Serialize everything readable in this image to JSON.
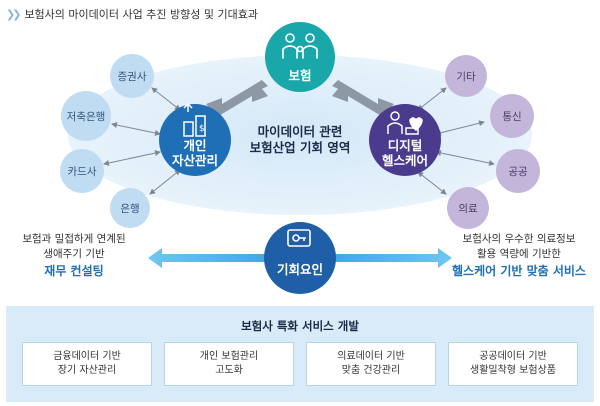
{
  "title": "보험사의 마이데이터 사업 추진 방향성 및 기대효과",
  "center": {
    "line1": "마이데이터 관련",
    "line2": "보험산업 기회 영역"
  },
  "insurance": {
    "label": "보험"
  },
  "asset": {
    "line1": "개인",
    "line2": "자산관리"
  },
  "health": {
    "line1": "디지털",
    "line2": "헬스케어"
  },
  "factor": {
    "label": "기회요인"
  },
  "left_nodes": [
    "증권사",
    "저축은행",
    "카드사",
    "은행"
  ],
  "right_nodes": [
    "기타",
    "통신",
    "공공",
    "의료"
  ],
  "left_text": {
    "line1": "보험과 밀접하게 연계된",
    "line2": "생애주기 기반",
    "bold": "재무 컨설팅"
  },
  "right_text": {
    "line1": "보험사의 우수한 의료정보",
    "line2": "활용 역량에 기반한",
    "bold": "헬스케어 기반 맞춤 서비스"
  },
  "bottom": {
    "title": "보험사 특화 서비스 개발",
    "boxes": [
      {
        "line1": "금융데이터 기반",
        "line2": "장기 자산관리"
      },
      {
        "line1": "개인 보험관리",
        "line2": "고도화"
      },
      {
        "line1": "의료데이터 기반",
        "line2": "맞춤 건강관리"
      },
      {
        "line1": "공공데이터 기반",
        "line2": "생활밀착형 보험상품"
      }
    ]
  },
  "icons": {
    "insurance": "family-icon",
    "asset": "money-stack-icon",
    "health": "doctor-heart-icon",
    "factor": "key-icon"
  },
  "colors": {
    "ellipse": "#dcecf8",
    "blue_node": "#bfdcf3",
    "purple_node": "#c3b6da",
    "teal": "#1aa7a9",
    "blue": "#1f6fb6",
    "purple": "#4b3b8c",
    "navy": "#1f5fa8"
  }
}
